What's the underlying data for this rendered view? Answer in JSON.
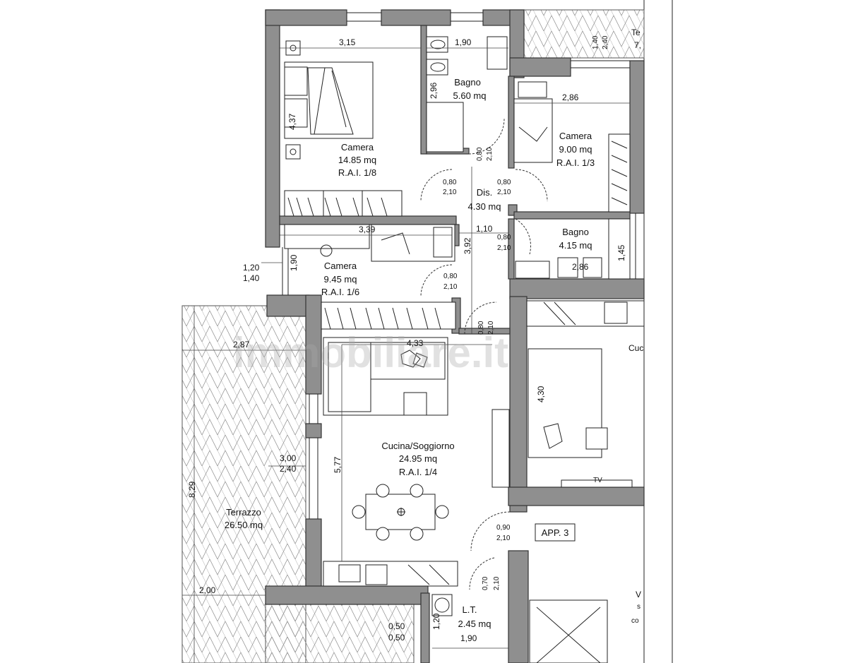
{
  "rooms": {
    "camera1": {
      "name": "Camera",
      "area": "14.85 mq",
      "rai": "R.A.I. 1/8"
    },
    "bagno1": {
      "name": "Bagno",
      "area": "5.60 mq"
    },
    "camera2": {
      "name": "Camera",
      "area": "9.00 mq",
      "rai": "R.A.I. 1/3"
    },
    "dis": {
      "name": "Dis.",
      "area": "4.30 mq"
    },
    "bagno2": {
      "name": "Bagno",
      "area": "4.15 mq"
    },
    "camera3": {
      "name": "Camera",
      "area": "9.45 mq",
      "rai": "R.A.I. 1/6"
    },
    "soggiorno": {
      "name": "Cucina/Soggiorno",
      "area": "24.95 mq",
      "rai": "R.A.I. 1/4"
    },
    "terrazzo": {
      "name": "Terrazzo",
      "area": "26.50 mq"
    },
    "lt": {
      "name": "L.T.",
      "area": "2.45 mq"
    }
  },
  "apartment_label": "APP. 3",
  "dimensions": {
    "d315": "3,15",
    "d190a": "1,90",
    "d296": "2,96",
    "d437": "4,37",
    "d286a": "2,86",
    "d110": "1,10",
    "d339": "3,39",
    "d392": "3,92",
    "d145": "1,45",
    "d286b": "2,86",
    "d120": "1,20",
    "d140a": "1,40",
    "d190b": "1,90",
    "d287": "2,87",
    "d433": "4,33",
    "d430": "4,30",
    "d577": "5,77",
    "d300": "3,00",
    "d240a": "2,40",
    "d829": "8,29",
    "d200": "2,00",
    "d190c": "1,90",
    "d050a": "0,50",
    "d050b": "0,50",
    "d120b": "1,20",
    "d140b": "1,40",
    "d240b": "2,40"
  },
  "doors": {
    "a": {
      "w": "0,80",
      "h": "2,10"
    },
    "b": {
      "w": "0,80",
      "h": "2,10"
    },
    "c": {
      "w": "0,80",
      "h": "2,10"
    },
    "d": {
      "w": "0,80",
      "h": "2,10"
    },
    "e": {
      "w": "0,80",
      "h": "2,10"
    },
    "f": {
      "w": "0,80",
      "h": "2,10"
    },
    "g": {
      "w": "0,90",
      "h": "2,10"
    },
    "h": {
      "w": "0,70",
      "h": "2,10"
    }
  },
  "edge_labels": {
    "top_right": "Te",
    "top_right_val": "7,",
    "cut_right": "Cuc",
    "v": "V",
    "s": "s",
    "co": "co",
    "tv": "TV"
  }
}
